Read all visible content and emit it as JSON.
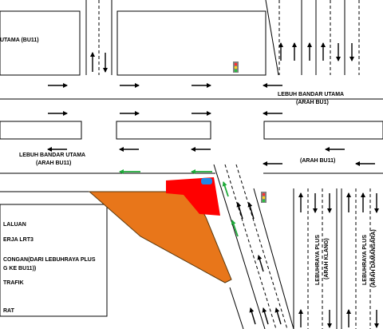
{
  "roads": {
    "top_left_block": "UTAMA (BU11)",
    "right_upper": [
      "LEBUH BANDAR UTAMA",
      "(ARAH BU1)"
    ],
    "right_lower": "(ARAH BU11)",
    "left_lower": [
      "LEBUH BANDAR UTAMA",
      "(ARAH BU11)"
    ],
    "lower_right_klang": [
      "LEBUHRAYA PLUS",
      "(ARAH KLANG)"
    ],
    "lower_right_damansara": [
      "LEBUHRAYA PLUS",
      "(ARAH DAMANSARA)"
    ]
  },
  "legend": [
    "LALUAN",
    "ERJA LRT3",
    "CONGAN(DARI  LEBUHRAYA  PLUS",
    "G KE BU11))",
    "TRAFIK",
    "RAT"
  ],
  "colors": {
    "work_zone": "#e8761a",
    "work_zone_edge": "#5a3a10",
    "red_block": "#ff0000",
    "blue_mark": "#1e88e5",
    "green_arrow": "#1faa3a",
    "traffic_light_body": "#808080"
  }
}
